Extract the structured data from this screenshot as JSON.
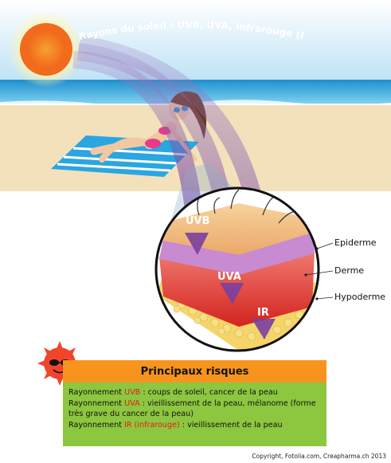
{
  "title_arc": "Rayons du soleil : UVB, UVA, Infrarouge (IR)",
  "rays": [
    {
      "label": "UVB",
      "color": "#7b3fa0"
    },
    {
      "label": "UVA",
      "color": "#7b3fa0"
    },
    {
      "label": "IR",
      "color": "#7b3fa0"
    }
  ],
  "skin_layers": [
    {
      "label": "Epiderme"
    },
    {
      "label": "Derme"
    },
    {
      "label": "Hypoderme"
    }
  ],
  "risks": {
    "header": "Principaux risques",
    "lines": [
      {
        "prefix": "Rayonnement ",
        "highlight": "UVB",
        "suffix": " : coups de soleil, cancer de la peau"
      },
      {
        "prefix": "Rayonnement ",
        "highlight": "UVA",
        "suffix": " : vieillissement de la peau, mélanome (forme très grave du cancer de la peau)"
      },
      {
        "prefix": "Rayonnement ",
        "highlight": "IR (infrarouge)",
        "suffix": " : vieillissement de la peau"
      }
    ]
  },
  "copyright": "Copyright, Fotolia.com, Creapharma.ch  2013",
  "colors": {
    "sky": "#cfeaf8",
    "sea": "#2fa7dd",
    "sand": "#f3e1bc",
    "sun": "#f57e20",
    "ray": "#7b3fa0",
    "header": "#f7941d",
    "body": "#8dc63f",
    "highlight": "#e41b17"
  }
}
